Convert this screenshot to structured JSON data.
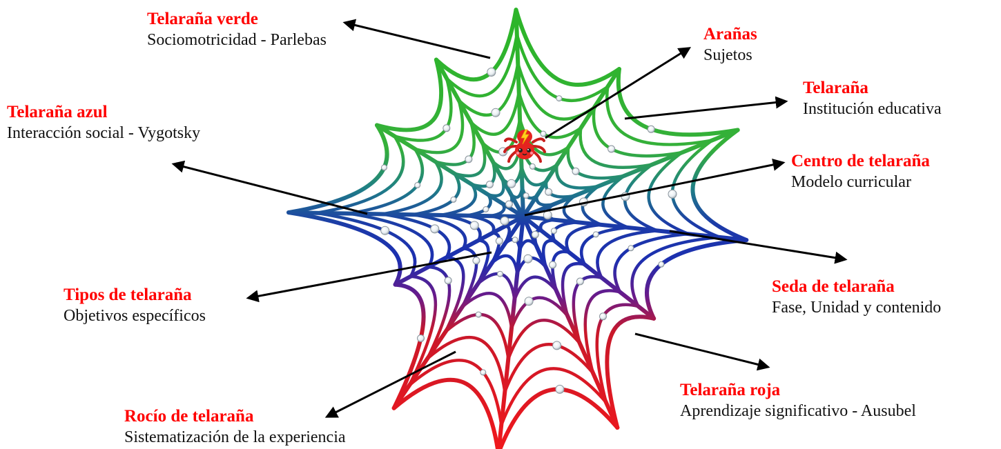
{
  "labels": {
    "verde": {
      "title": "Telaraña verde",
      "subtitle": "Sociomotricidad - Parlebas"
    },
    "aranas": {
      "title": "Arañas",
      "subtitle": "Sujetos"
    },
    "tela": {
      "title": "Telaraña",
      "subtitle": "Institución educativa"
    },
    "azul": {
      "title": "Telaraña azul",
      "subtitle": "Interacción social - Vygotsky"
    },
    "centro": {
      "title": "Centro de telaraña",
      "subtitle": "Modelo curricular"
    },
    "seda": {
      "title": "Seda de telaraña",
      "subtitle": "Fase, Unidad y contenido"
    },
    "tipos": {
      "title": "Tipos de telaraña",
      "subtitle": "Objetivos específicos"
    },
    "roja": {
      "title": "Telaraña roja",
      "subtitle": "Aprendizaje significativo - Ausubel"
    },
    "rocio": {
      "title": "Rocío de telaraña",
      "subtitle": "Sistematización de la experiencia"
    }
  },
  "colors": {
    "title": "#ff0000",
    "text": "#111111",
    "web_green": "#2db52a",
    "web_teal": "#1f7f86",
    "web_blue": "#1c2fb0",
    "web_purple": "#6a1a8a",
    "web_red": "#e8181e",
    "arrow": "#000000",
    "spider": "#e52420"
  },
  "icons": {
    "spider": "spider-icon",
    "dew": "dewdrop-icon",
    "arrow": "arrow-icon"
  }
}
